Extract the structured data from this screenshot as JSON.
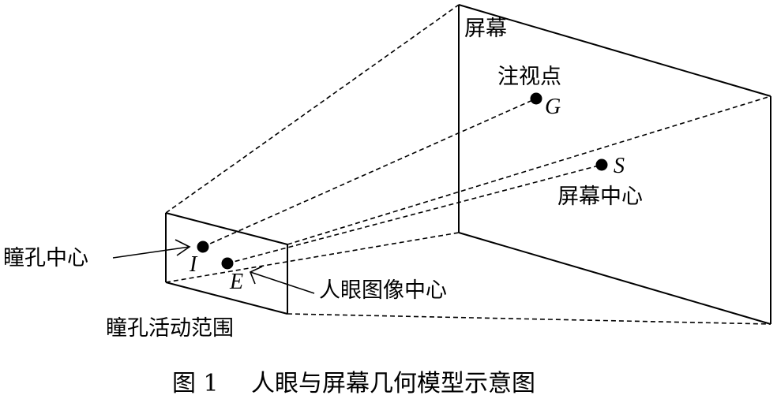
{
  "labels": {
    "screen": "屏幕",
    "gaze_point": "注视点",
    "gaze_point_symbol": "G",
    "screen_center_symbol": "S",
    "screen_center": "屏幕中心",
    "pupil_center": "瞳孔中心",
    "pupil_symbol": "I",
    "eye_image_center_symbol": "E",
    "eye_image_center": "人眼图像中心",
    "pupil_range": "瞳孔活动范围"
  },
  "caption": {
    "number": "图 1",
    "title": "人眼与屏幕几何模型示意图"
  }
}
